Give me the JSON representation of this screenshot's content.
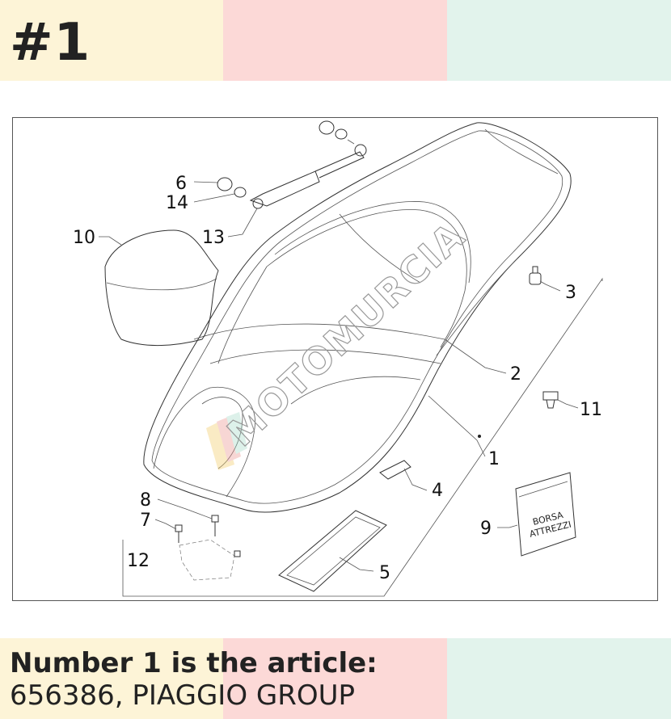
{
  "header": {
    "page_number": "#1"
  },
  "diagram": {
    "callouts": {
      "c1": "1",
      "c2": "2",
      "c3": "3",
      "c4": "4",
      "c5": "5",
      "c6": "6",
      "c7": "7",
      "c8": "8",
      "c9": "9",
      "c10": "10",
      "c11": "11",
      "c12": "12",
      "c13": "13",
      "c14": "14"
    },
    "tool_bag_label_line1": "BORSA",
    "tool_bag_label_line2": "ATTREZZI",
    "watermark": "MOTOMURCIA"
  },
  "footer": {
    "title": "Number 1 is the article:",
    "subtitle": "656386, PIAGGIO GROUP"
  },
  "colors": {
    "band_yellow": "#fdf4d7",
    "band_pink": "#fcd9d7",
    "band_green": "#e2f3ec",
    "text": "#222222"
  }
}
